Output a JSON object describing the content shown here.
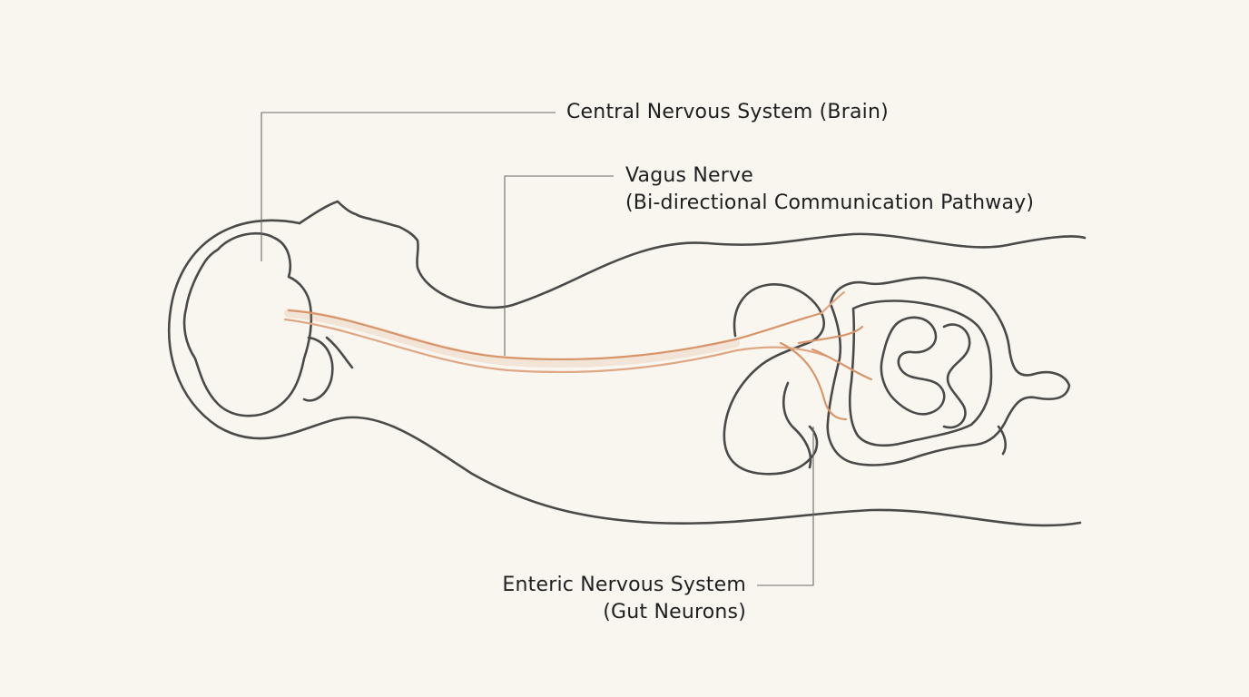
{
  "labels": {
    "brain": {
      "line1": "Central Nervous System (Brain)"
    },
    "vagus": {
      "line1": "Vagus Nerve",
      "line2": "(Bi-directional Communication Pathway)"
    },
    "enteric": {
      "line1": "Enteric Nervous System",
      "line2": "(Gut Neurons)"
    }
  },
  "colors": {
    "background": "#f8f6ef",
    "outline": "#4a4a48",
    "nerve": "#d9956a",
    "text": "#1f1f1f"
  }
}
